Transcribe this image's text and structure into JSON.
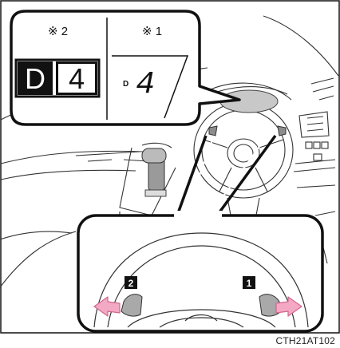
{
  "display_callout": {
    "left_panel": {
      "note_mark": "※ 2",
      "gear_letter": "D",
      "gear_number": "4"
    },
    "right_panel": {
      "note_mark": "※ 1",
      "gear_letter": "D",
      "gear_number": "4"
    }
  },
  "paddle_callout": {
    "left_paddle_label": "2",
    "right_paddle_label": "1"
  },
  "caption": "CTH21AT102"
}
